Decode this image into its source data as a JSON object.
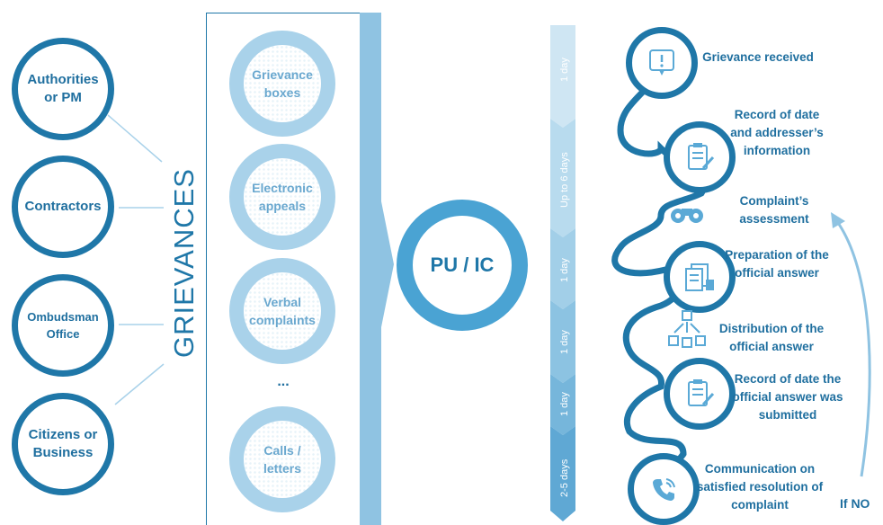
{
  "sources": [
    "Authorities or PM",
    "Contractors",
    "Ombudsman Office",
    "Citizens or Business"
  ],
  "grievances_label": "GRIEVANCES",
  "channels": [
    "Grievance boxes",
    "Electronic appeals",
    "Verbal complaints",
    "Calls / letters"
  ],
  "channels_more": "...",
  "center_label": "PU / IC",
  "days": [
    "1 day",
    "Up to 6 days",
    "1 day",
    "1 day",
    "1 day",
    "2-5 days"
  ],
  "steps": [
    "Grievance received",
    "Record of date and addresser’s information",
    "Complaint’s assessment",
    "Preparation of the official answer",
    "Distribution of the official answer",
    "Record of date the official answer was submitted",
    "Communication on satisfied resolution of complaint"
  ],
  "loop_label": "If NO",
  "icons": [
    "alert-bubble-icon",
    "clipboard-icon",
    "binoculars-icon",
    "documents-icon",
    "distribution-icon",
    "clipboard-icon",
    "phone-icon"
  ],
  "colors": {
    "dark_blue": "#1f77a8",
    "light_blue": "#a9d2ea",
    "arrow_blue": "#8fc3e2"
  }
}
